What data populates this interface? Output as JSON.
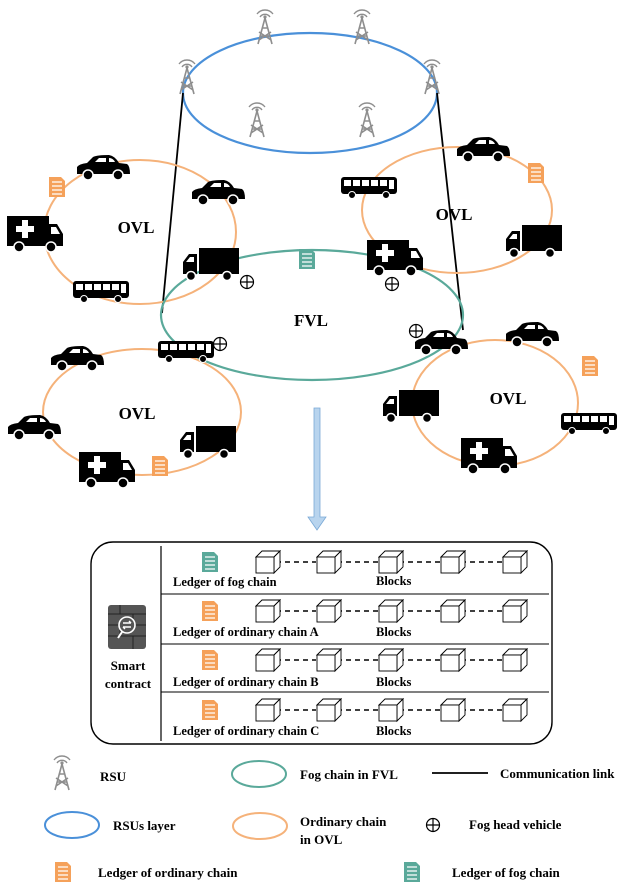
{
  "clusters": {
    "ovl_label": "OVL",
    "fvl_label": "FVL"
  },
  "ledger_panel": {
    "smart_contract_line1": "Smart",
    "smart_contract_line2": "contract",
    "rows": [
      {
        "ledger": "Ledger of fog chain",
        "blocks": "Blocks",
        "doc_color": "#5aa99a"
      },
      {
        "ledger": "Ledger of ordinary chain A",
        "blocks": "Blocks",
        "doc_color": "#f5a15a"
      },
      {
        "ledger": "Ledger of ordinary chain B",
        "blocks": "Blocks",
        "doc_color": "#f5a15a"
      },
      {
        "ledger": "Ledger of ordinary chain C",
        "blocks": "Blocks",
        "doc_color": "#f5a15a"
      }
    ]
  },
  "legend": {
    "rsu": "RSU",
    "rsus_layer": "RSUs layer",
    "fog_chain": "Fog chain in FVL",
    "ordinary_chain_line1": "Ordinary chain",
    "ordinary_chain_line2": "in OVL",
    "communication_link": "Communication link",
    "fog_head_vehicle": "Fog head vehicle",
    "ledger_ordinary": "Ledger of ordinary chain",
    "ledger_fog": "Ledger of fog chain"
  },
  "colors": {
    "rsu_ring": "#4a90d9",
    "fog_ring": "#5aa99a",
    "ordinary_ring": "#f5b27a",
    "ordinary_doc": "#f5a15a",
    "fog_doc": "#5aa99a",
    "arrow": "#b8d4ee",
    "icon_gray": "#8e8e8e"
  }
}
